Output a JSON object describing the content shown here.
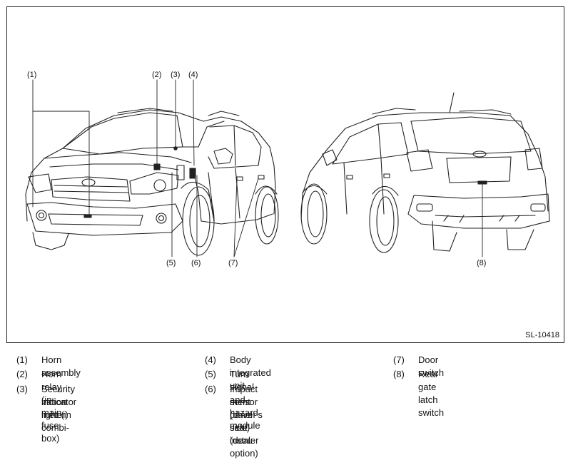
{
  "figure_id": "SL-10418",
  "callouts": {
    "c1": "(1)",
    "c2": "(2)",
    "c3": "(3)",
    "c4": "(4)",
    "c5": "(5)",
    "c6": "(6)",
    "c7": "(7)",
    "c8": "(8)"
  },
  "legend": [
    {
      "num": "(1)",
      "text": "Horn assembly"
    },
    {
      "num": "(2)",
      "text": "Horn relay (in main fuse box)"
    },
    {
      "num": "(3)",
      "text": "Security indicator light (in combi-",
      "text2": "nation meter)"
    },
    {
      "num": "(4)",
      "text": "Body integrated unit"
    },
    {
      "num": "(5)",
      "text": "Turn signal and hazard module"
    },
    {
      "num": "(6)",
      "text": "Impact sensor (driver's seat instru-",
      "text2": "ment panel side) (dealer option)"
    },
    {
      "num": "(7)",
      "text": "Door switch"
    },
    {
      "num": "(8)",
      "text": "Rear gate latch switch"
    }
  ]
}
